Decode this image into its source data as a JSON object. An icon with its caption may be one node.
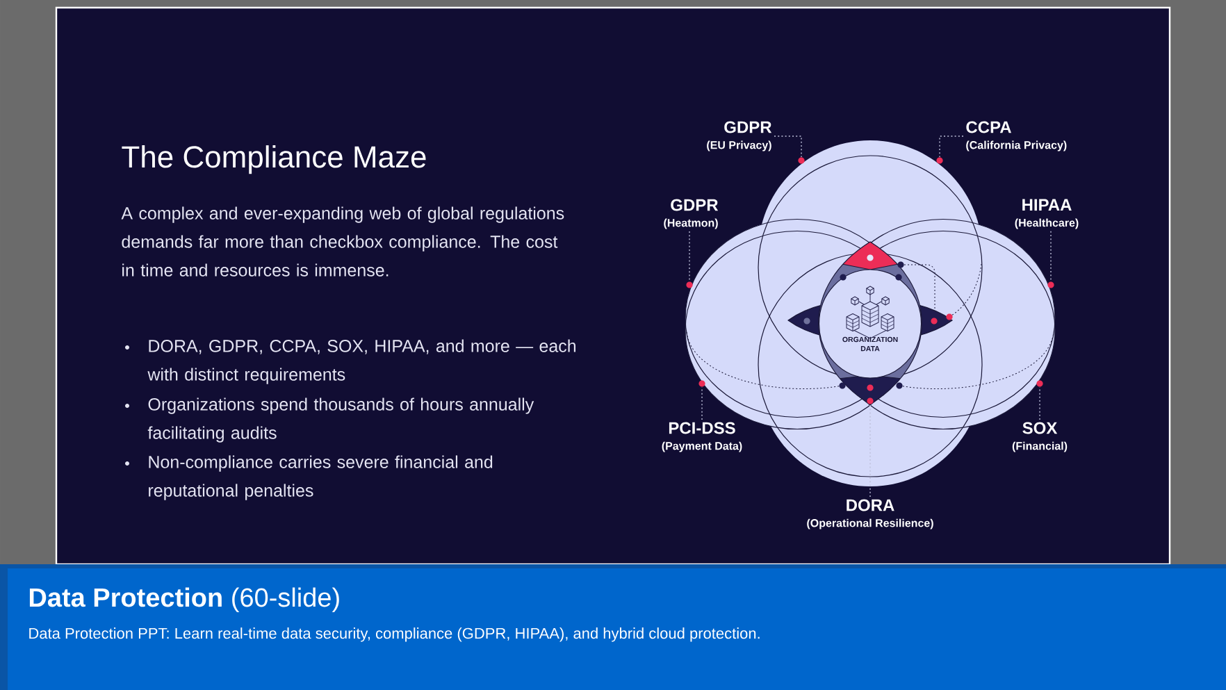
{
  "diagram": {
    "title": "The Compliance Maze",
    "nodes": [
      {
        "text": [
          "GDPR",
          "(EU Privacy)"
        ]
      },
      {
        "text": [
          "CCPA",
          "(California Privacy)"
        ]
      },
      {
        "text": [
          "GDPR",
          "(Heatmon)"
        ]
      },
      {
        "text": [
          "HIPAA",
          "(Healthcare)"
        ]
      },
      {
        "text": [
          "ORGANIZATION DATA"
        ]
      },
      {
        "text": [
          "PCI-DSS",
          "(Payment Data)"
        ]
      },
      {
        "text": [
          "SOX",
          "(Financial)"
        ]
      },
      {
        "text": [
          "DORA",
          "(Operational Resilience)"
        ]
      },
      {
        "text": [],
        "shape": "circle"
      },
      {
        "text": [],
        "shape": "circle"
      },
      {
        "text": [],
        "shape": "circle"
      },
      {
        "text": [],
        "shape": "circle"
      },
      {
        "text": [],
        "shape": "circle"
      },
      {
        "text": [],
        "shape": "circle"
      },
      {
        "text": [],
        "shape": "circle"
      }
    ],
    "edges": [
      {
        "from": 0,
        "to": 8,
        "arrow": "none",
        "style": "dashed"
      },
      {
        "from": 1,
        "to": 9,
        "arrow": "none",
        "style": "dashed"
      },
      {
        "from": 2,
        "to": 10,
        "arrow": "none",
        "style": "dashed"
      },
      {
        "from": 3,
        "to": 11,
        "arrow": "none",
        "style": "dashed"
      },
      {
        "from": 5,
        "to": 12,
        "arrow": "none",
        "style": "dashed"
      },
      {
        "from": 6,
        "to": 13,
        "arrow": "none",
        "style": "dashed"
      },
      {
        "from": 7,
        "to": 14,
        "arrow": "none",
        "style": "dashed"
      }
    ],
    "labels": [
      "A complex and ever-expanding web of global regulations demands far more than checkbox compliance. The cost in time and resources is immense.",
      "DORA, GDPR, CCPA, SOX, HIPAA, and more — each with distinct requirements",
      "Organizations spend thousands of hours annually facilitating audits",
      "Non-compliance carries severe financial and reputational penalties",
      "**Data Protection** (60-slide)",
      "Data Protection PPT: Learn real-time data security, compliance (GDPR, HIPAA), and hybrid cloud protection."
    ]
  }
}
